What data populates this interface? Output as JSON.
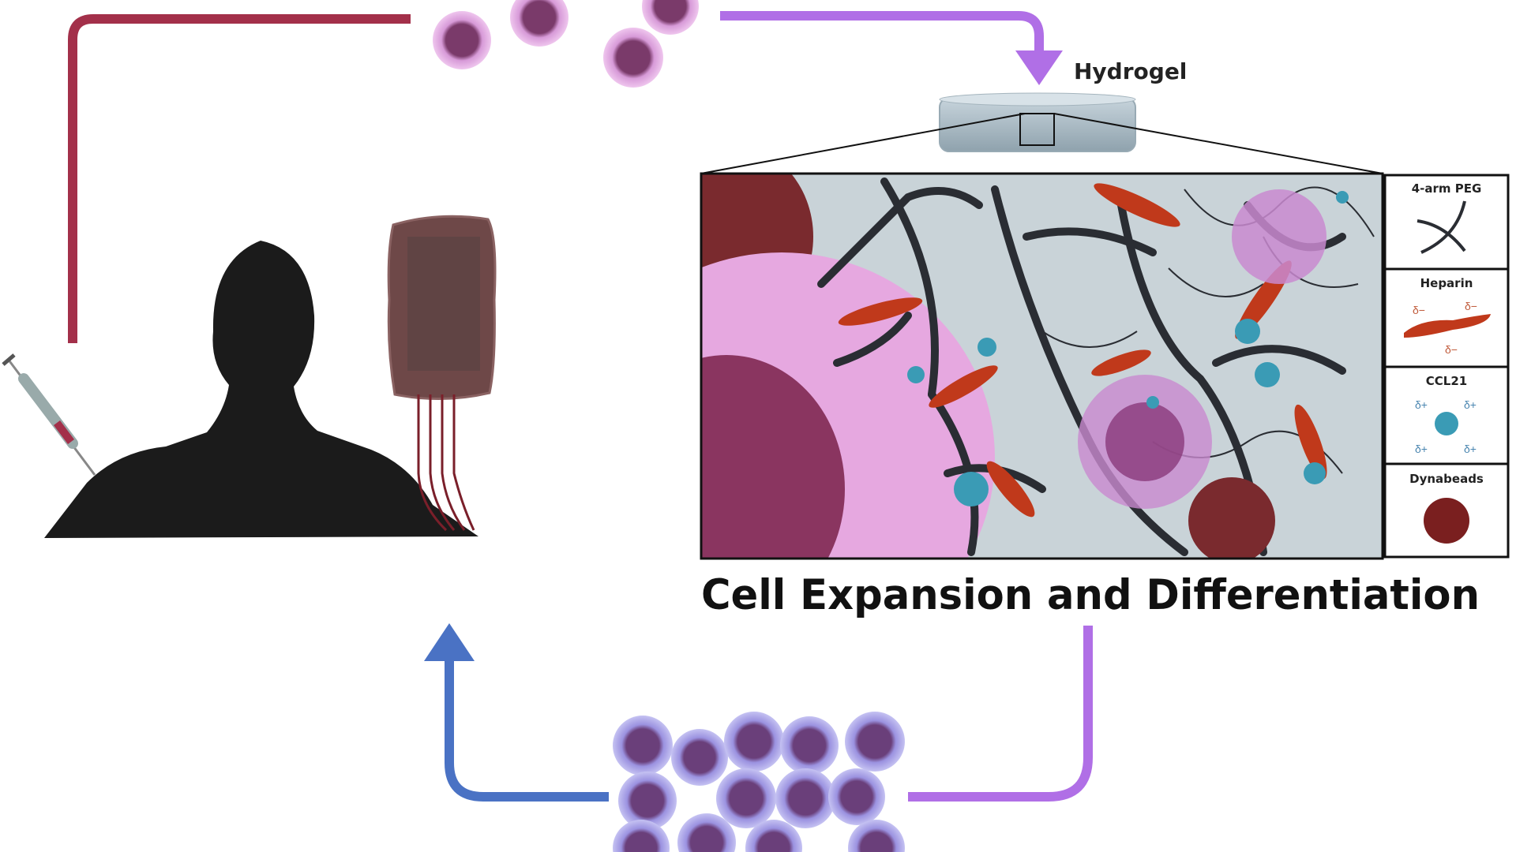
{
  "diagram": {
    "hydrogel_label": "Hydrogel",
    "stage_title": "Cell Expansion and Differentiation",
    "legend": [
      {
        "label": "4-arm PEG"
      },
      {
        "label": "Heparin",
        "charge": "δ−"
      },
      {
        "label": "CCL21",
        "charge": "δ+"
      },
      {
        "label": "Dynabeads"
      }
    ],
    "colors": {
      "collection_line": "#a3304a",
      "to_hydrogel_arrow": "#b06fe6",
      "expansion_line": "#b06fe6",
      "reinfusion_arrow": "#4a72c4",
      "heparin": "#c0391b",
      "ccl21": "#3a9bb5",
      "dynabead": "#7a1f1f",
      "peg": "#2a2d33"
    }
  }
}
